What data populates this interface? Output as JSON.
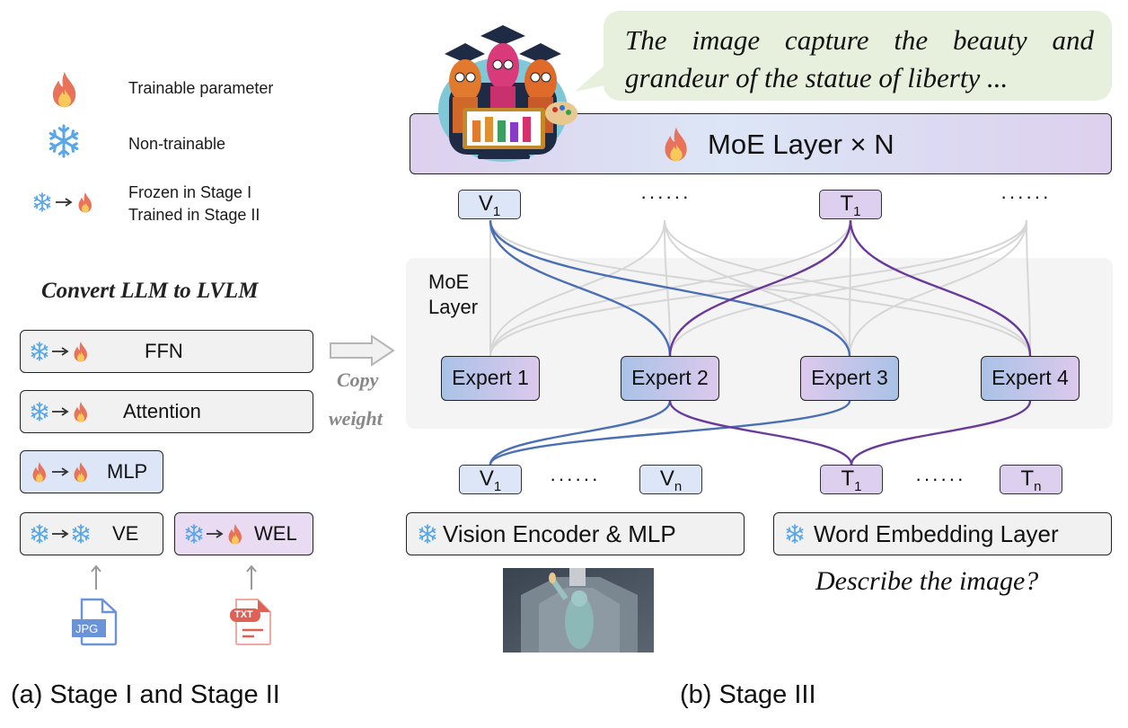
{
  "legend": {
    "items": [
      {
        "icon": "flame-icon",
        "label": "Trainable parameter"
      },
      {
        "icon": "snowflake-icon",
        "label": "Non-trainable"
      },
      {
        "icon": "snowflake-to-flame-icon",
        "label_line1": "Frozen in Stage I",
        "label_line2": "Trained in Stage II"
      }
    ]
  },
  "stage12": {
    "title": "Convert LLM to LVLM",
    "modules": [
      {
        "label": "FFN",
        "from": "snowflake",
        "to": "flame"
      },
      {
        "label": "Attention",
        "from": "snowflake",
        "to": "flame"
      },
      {
        "label": "MLP",
        "from": "flame",
        "to": "flame"
      },
      {
        "label": "VE",
        "from": "snowflake",
        "to": "snowflake"
      },
      {
        "label": "WEL",
        "from": "snowflake",
        "to": "flame"
      }
    ],
    "copy_line1": "Copy",
    "copy_line2": "weight",
    "file_jpg": "JPG",
    "file_txt": "TXT",
    "caption": "(a) Stage I and Stage II"
  },
  "stage3": {
    "speech_line1": "The image capture the beauty and",
    "speech_line2": "grandeur of the statue of liberty ...",
    "moe_stack_label": "MoE Layer × N",
    "moe_layer_label_line1": "MoE",
    "moe_layer_label_line2": "Layer",
    "top_tokens": [
      {
        "base": "V",
        "sub": "1"
      },
      {
        "base": "T",
        "sub": "1"
      }
    ],
    "dots": "······",
    "experts": [
      "Expert 1",
      "Expert 2",
      "Expert 3",
      "Expert 4"
    ],
    "bottom_tokens": [
      {
        "base": "V",
        "sub": "1"
      },
      {
        "base": "V",
        "sub": "n"
      },
      {
        "base": "T",
        "sub": "1"
      },
      {
        "base": "T",
        "sub": "n"
      }
    ],
    "vision_encoder_label": "Vision Encoder & MLP",
    "word_embedding_label": "Word Embedding Layer",
    "question": "Describe the image?",
    "caption": "(b) Stage III"
  },
  "colors": {
    "vision_route": "#4a6fb5",
    "text_route": "#6a3a9a",
    "inactive_route": "#d6d6d6",
    "flame_outer": "#e8735a",
    "flame_inner": "#f7c85a",
    "snowflake": "#5aa7e8"
  }
}
